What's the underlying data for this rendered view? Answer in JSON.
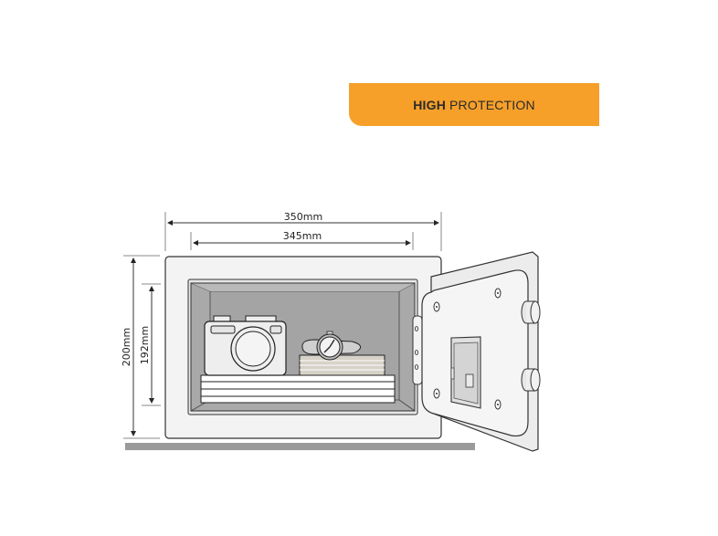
{
  "banner": {
    "bold": "HIGH",
    "rest": "PROTECTION",
    "color": "#f6a02a"
  },
  "dimensions": {
    "outer_width": "350mm",
    "inner_width": "345mm",
    "outer_height": "200mm",
    "inner_height": "192mm"
  },
  "illustration": {
    "subject": "safe-with-open-door",
    "contents": [
      "camera",
      "wristwatch",
      "stack-of-papers",
      "stack-of-documents"
    ],
    "door_features": [
      "hinge-knobs",
      "keypad-lock",
      "screw-bolts"
    ]
  }
}
